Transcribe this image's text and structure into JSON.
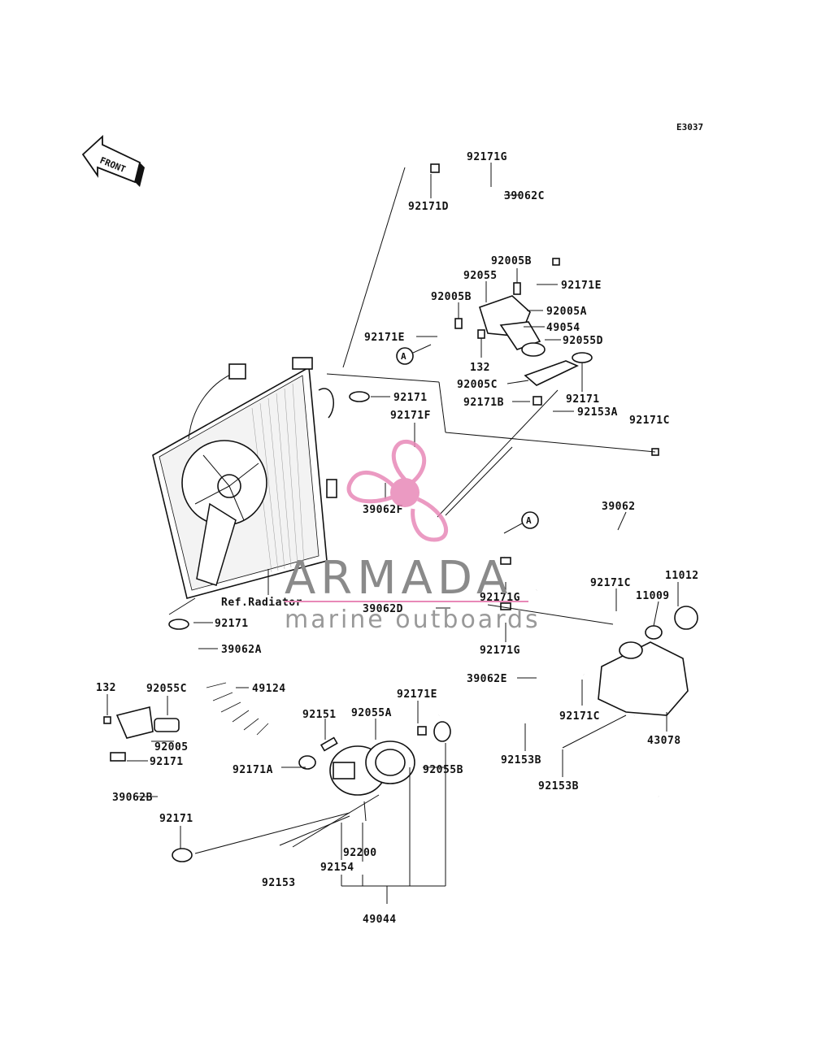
{
  "diagram_code": "E3037",
  "front_label": "FRONT",
  "ref_label": "Ref.Radiator",
  "watermark": {
    "brand": "ARMADA",
    "tagline": "marine outboards",
    "accent_color": "#e889b8"
  },
  "parts": [
    "92171G",
    "39062C",
    "92171D",
    "92005B",
    "92055",
    "92171E",
    "92005B",
    "92005A",
    "49054",
    "92171E",
    "92055D",
    "132",
    "92005C",
    "92171",
    "92171B",
    "92171",
    "92153A",
    "92171F",
    "92171C",
    "39062F",
    "39062",
    "11012",
    "92171C",
    "11009",
    "92171G",
    "39062D",
    "92171G",
    "92171",
    "39062A",
    "39062E",
    "92171C",
    "49124",
    "43078",
    "132",
    "92055C",
    "92151",
    "92055A",
    "92171E",
    "92005",
    "92153B",
    "92171",
    "92171A",
    "92055B",
    "92153B",
    "39062B",
    "92171",
    "92200",
    "92154",
    "92153",
    "49044"
  ],
  "callouts": [
    "A",
    "A"
  ]
}
